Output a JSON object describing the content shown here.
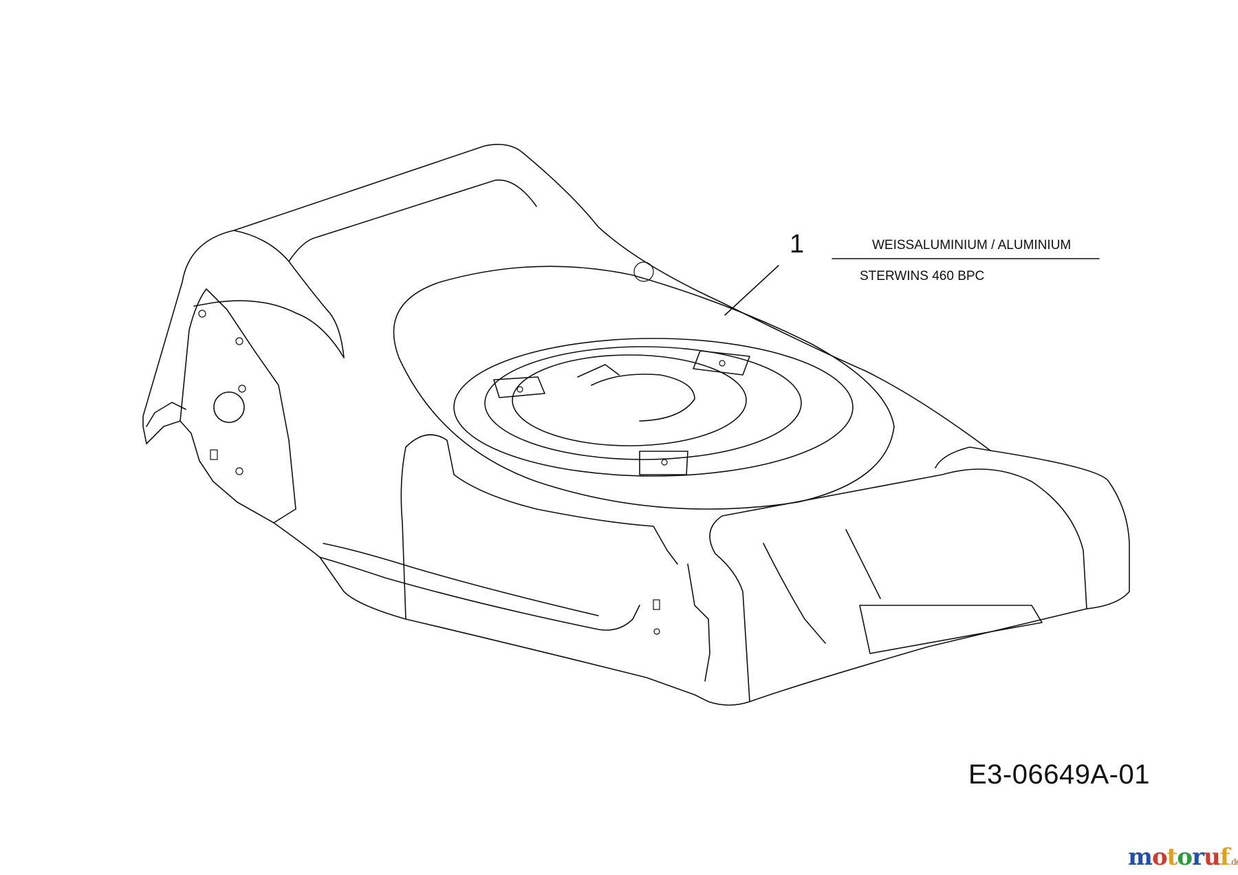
{
  "diagram": {
    "callout_number": "1",
    "material": "WEISSALUMINIUM / ALUMINIUM",
    "model": "STERWINS 460 BPC",
    "drawing_number": "E3-06649A-01"
  },
  "watermark": {
    "letters": [
      "m",
      "o",
      "t",
      "o",
      "r",
      "u",
      "f"
    ],
    "letter_colors": [
      "#1f4fb0",
      "#d23a2a",
      "#e0a020",
      "#2a9a3a",
      "#1f4fb0",
      "#d23a2a",
      "#e0a020"
    ],
    "tld": ".de"
  }
}
